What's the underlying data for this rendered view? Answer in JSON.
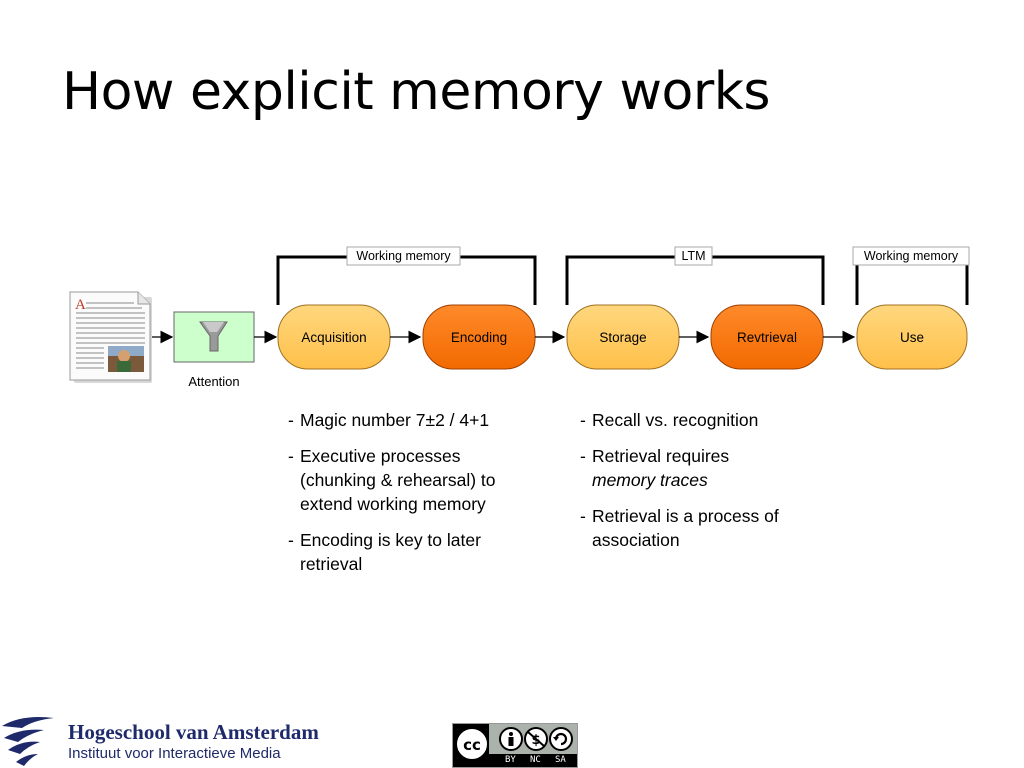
{
  "slide": {
    "title": "How explicit memory works"
  },
  "diagram": {
    "brackets": [
      "Working memory",
      "LTM",
      "Working memory"
    ],
    "attention_label": "Attention",
    "stages": [
      "Acquisition",
      "Encoding",
      "Storage",
      "Revtrieval",
      "Use"
    ],
    "colors": {
      "light_stage": "#ffc95c",
      "dark_stage": "#ff7a0d",
      "attention_box": "#ccffcc"
    }
  },
  "notes_left": {
    "items": [
      "Magic number 7±2 / 4+1",
      "Executive processes (chunking & rehearsal) to extend working memory",
      "Encoding is key to later retrieval"
    ]
  },
  "notes_right": {
    "item1": "Recall vs. recognition",
    "item2_prefix": "Retrieval requires",
    "item2_emph": "memory traces",
    "item3": "Retrieval is a process of association"
  },
  "footer": {
    "org_name": "Hogeschool van Amsterdam",
    "org_sub": "Instituut voor Interactieve Media",
    "license_labels": [
      "BY",
      "NC",
      "SA"
    ]
  }
}
